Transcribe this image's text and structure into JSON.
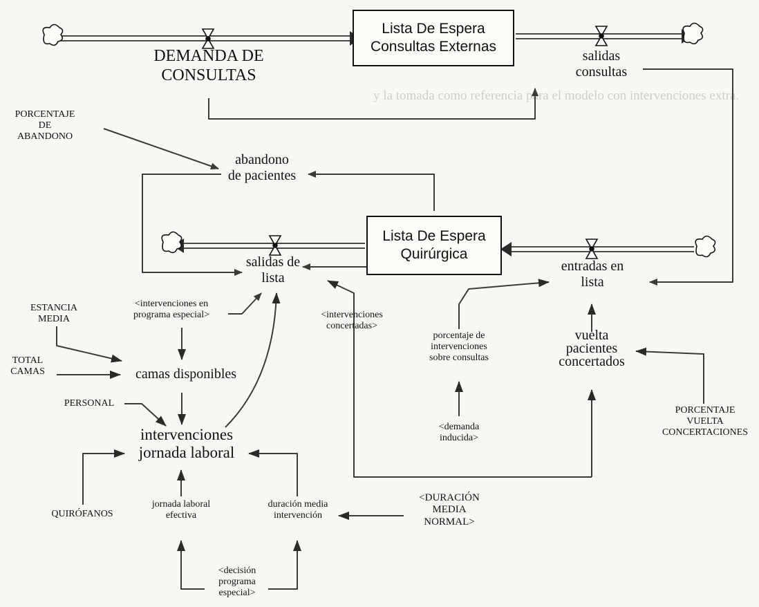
{
  "stocks": {
    "consultas": "Lista De Espera\nConsultas Externas",
    "quirurgica": "Lista De Espera\nQuirúrgica"
  },
  "flows": {
    "demanda": "DEMANDA DE\nCONSULTAS",
    "salidas_consultas": "salidas\nconsultas",
    "salidas_lista": "salidas de\nlista",
    "entradas_lista": "entradas en\nlista"
  },
  "variables": {
    "porcentaje_abandono": "PORCENTAJE\nDE\nABANDONO",
    "abandono_pacientes": "abandono\nde pacientes",
    "estancia_media": "ESTANCIA\nMEDIA",
    "total_camas": "TOTAL\nCAMAS",
    "camas_disponibles": "camas disponibles",
    "personal": "PERSONAL",
    "intervenciones_jornada": "intervenciones\njornada laboral",
    "quirofanos": "QUIRÓFANOS",
    "jornada_efectiva": "jornada laboral\nefectiva",
    "duracion_media": "duración media\nintervención",
    "duracion_normal": "<DURACIÓN\nMEDIA\nNORMAL>",
    "decision_programa": "<decisión\nprograma\nespecial>",
    "interv_programa_especial": "<intervenciones en\nprograma especial>",
    "interv_concertadas": "<intervenciones\nconcertadas>",
    "porcentaje_intervenciones": "porcentaje de\nintervenciones\nsobre consultas",
    "demanda_inducida": "<demanda\ninducida>",
    "vuelta_pacientes": "vuelta\npacientes\nconcertados",
    "porcentaje_vuelta": "PORCENTAJE\nVUELTA\nCONCERTACIONES"
  }
}
